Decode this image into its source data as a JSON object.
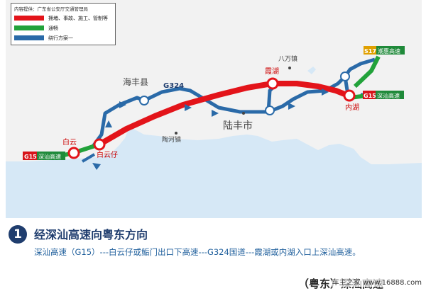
{
  "legend": {
    "source": "内容提供：广东省公安厅交通管理局",
    "items": [
      {
        "color": "#e3141a",
        "label": "拥堵、事故、施工、管制等"
      },
      {
        "color": "#22a23a",
        "label": "通畅"
      },
      {
        "color": "#2a6aa8",
        "label": "绕行方案一"
      }
    ]
  },
  "places": {
    "haifeng": "海丰县",
    "g324": "G324",
    "babang": "八万镇",
    "xiahu": "霞湖",
    "lufeng": "陆丰市",
    "taohe": "陶河镇",
    "baiyun": "白云",
    "baiyunzai": "白云仔",
    "neihu": "内湖"
  },
  "shields": {
    "left": {
      "code": "G15",
      "name": "深汕高速"
    },
    "right": {
      "code": "G15",
      "name": "深汕高速"
    },
    "top": {
      "code": "S17",
      "name": "潮惠高速"
    }
  },
  "step": {
    "number": "1",
    "title": "经深汕高速向粤东方向",
    "description": "深汕高速（G15）---白云仔或鲘门出口下高速---G324国道---霞湖或内湖入口上深汕高速。"
  },
  "next_heading": "（粤东）深汕高速",
  "watermark": "车主之家 www.16888.com",
  "colors": {
    "congestion": "#e3141a",
    "clear": "#22a23a",
    "detour": "#2a6aa8",
    "land": "#f2f2f2",
    "sea": "#d6e8f6",
    "title": "#1f3d6e",
    "text": "#1f5f9c"
  }
}
